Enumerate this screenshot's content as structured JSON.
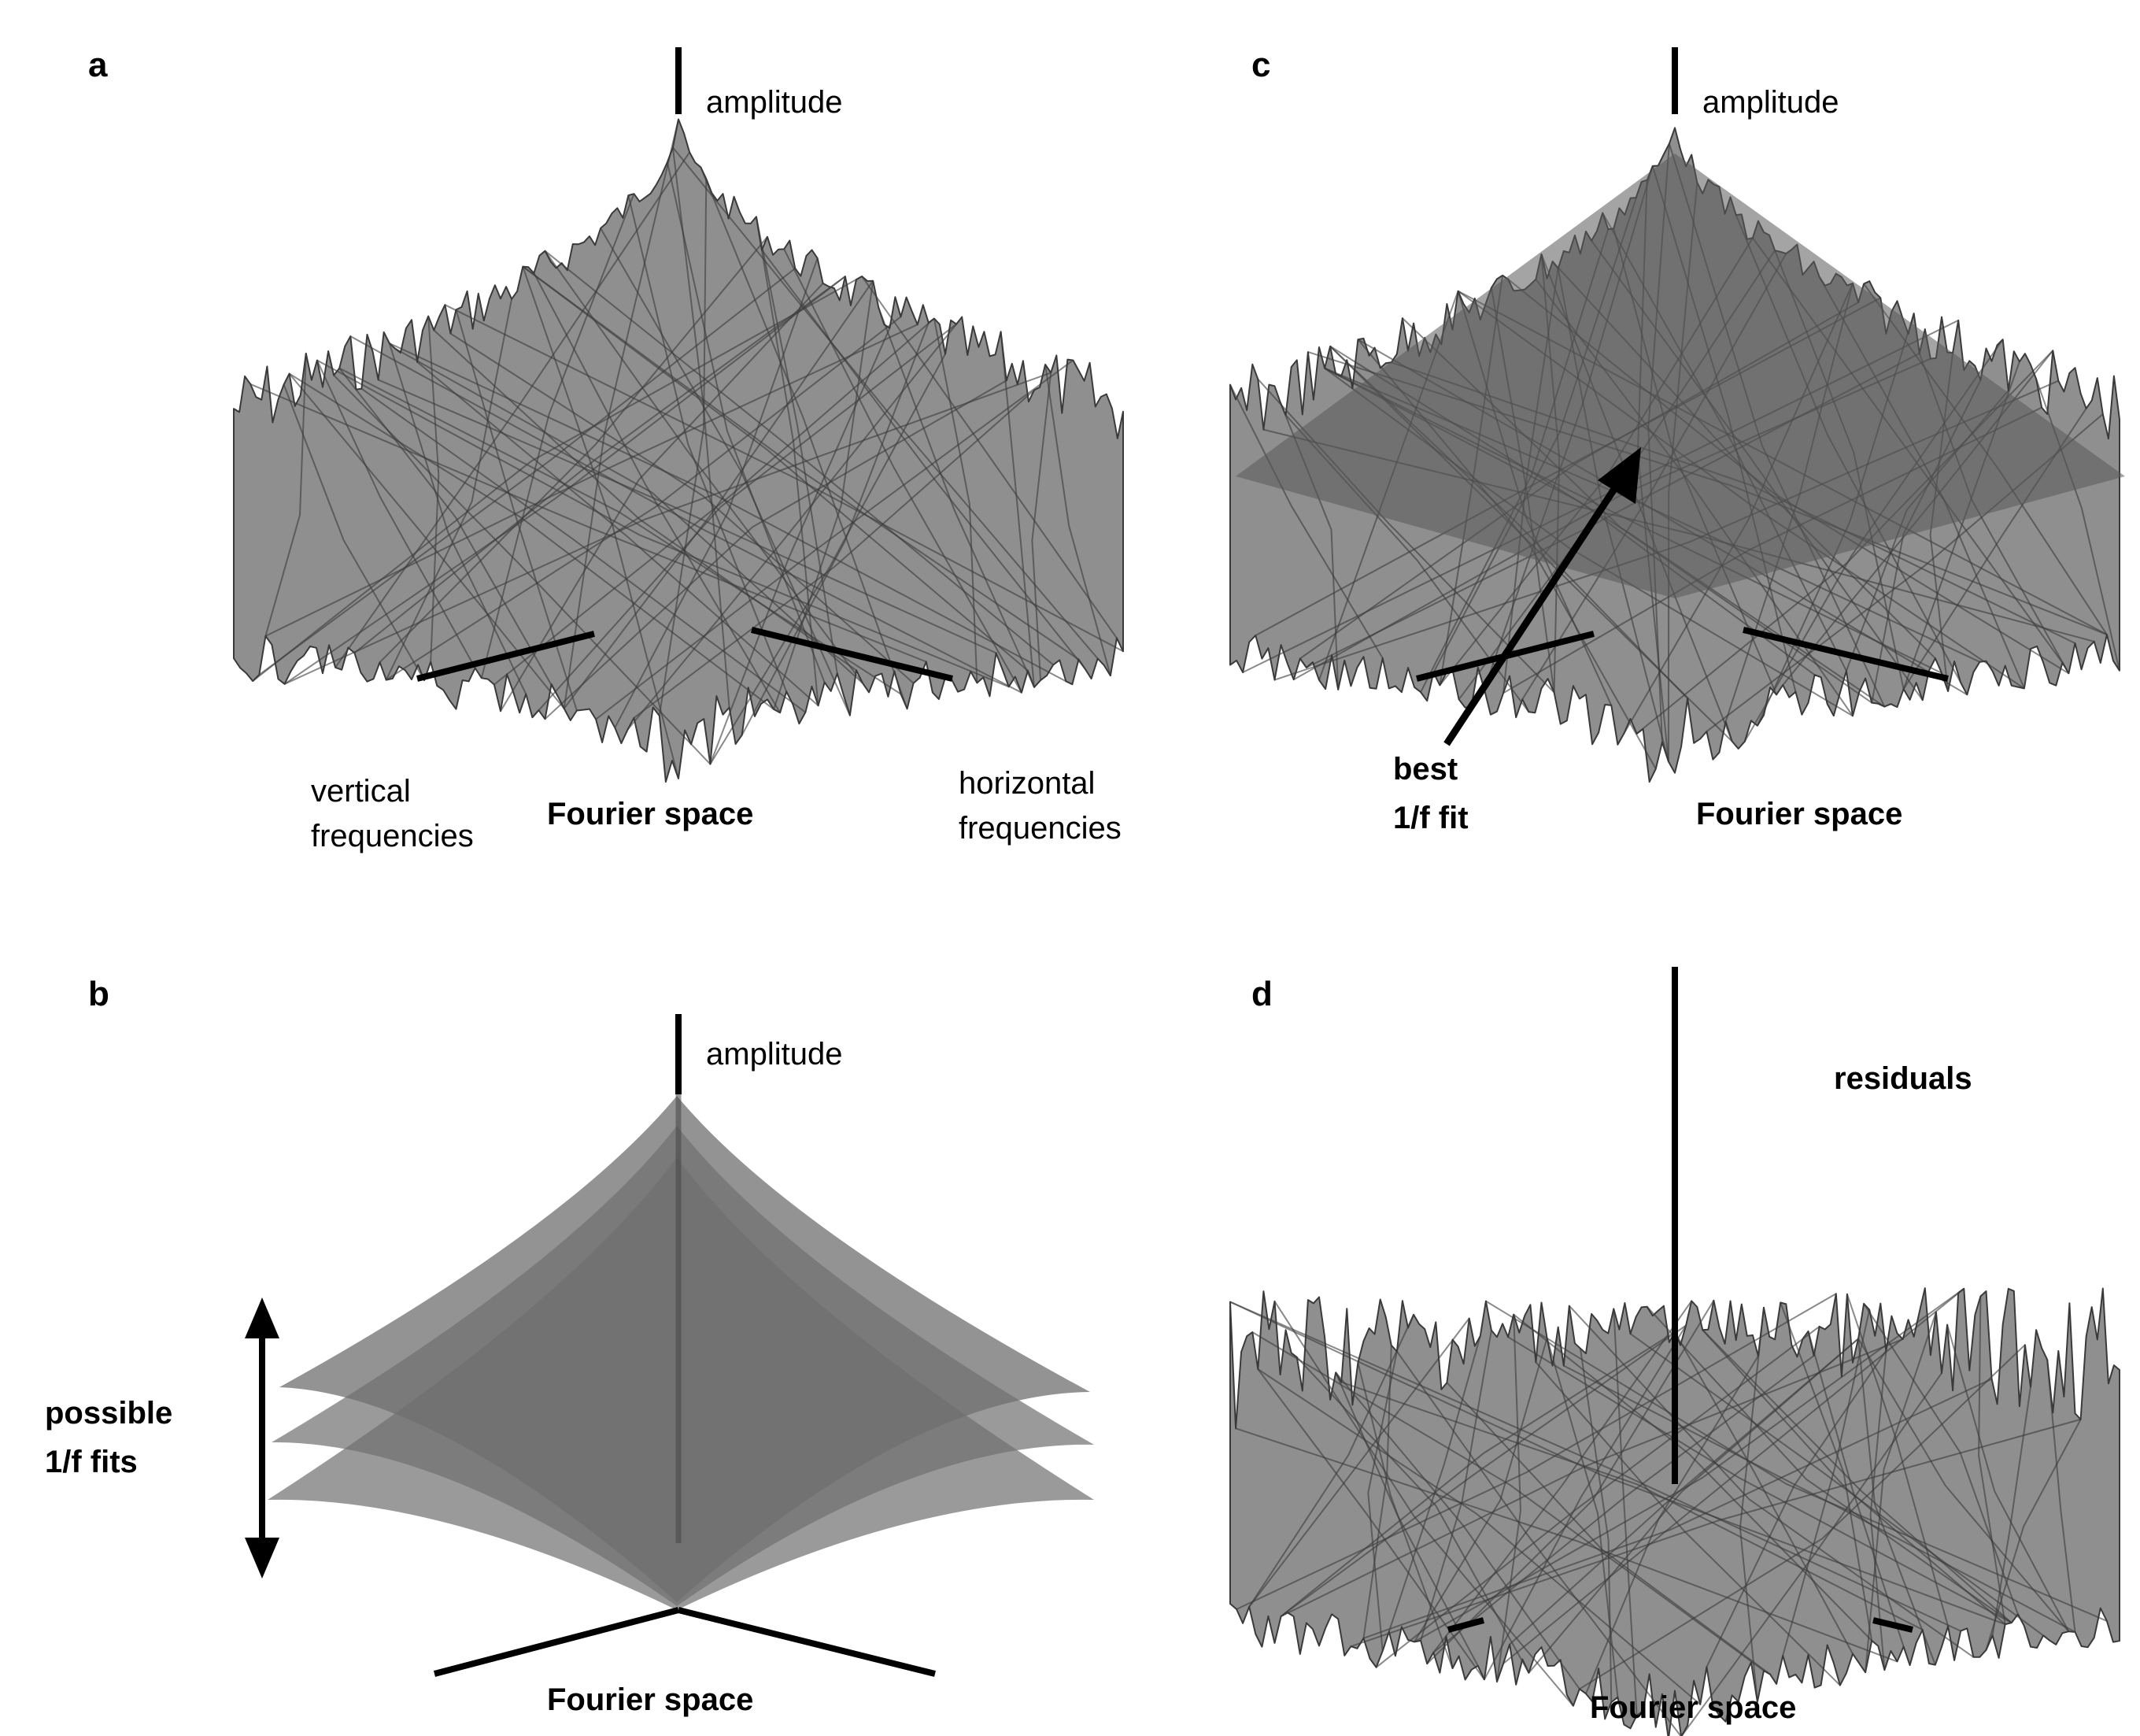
{
  "colors": {
    "surface_fill": "#8f8f8f",
    "surface_edge": "#3a3a3a",
    "fit_plane": "#5a5a5a",
    "axis": "#000000",
    "background": "#ffffff"
  },
  "panels": {
    "a": {
      "letter": "a",
      "amplitude_label": "amplitude",
      "vertical_label": [
        "vertical",
        "frequencies"
      ],
      "horizontal_label": [
        "horizontal",
        "frequencies"
      ],
      "space_label": "Fourier space"
    },
    "b": {
      "letter": "b",
      "amplitude_label": "amplitude",
      "fits_label": [
        "possible",
        "1/f fits"
      ],
      "space_label": "Fourier space"
    },
    "c": {
      "letter": "c",
      "amplitude_label": "amplitude",
      "fit_label": [
        "best",
        "1/f fit"
      ],
      "space_label": "Fourier space"
    },
    "d": {
      "letter": "d",
      "residuals_label": "residuals",
      "space_label": "Fourier space"
    }
  }
}
